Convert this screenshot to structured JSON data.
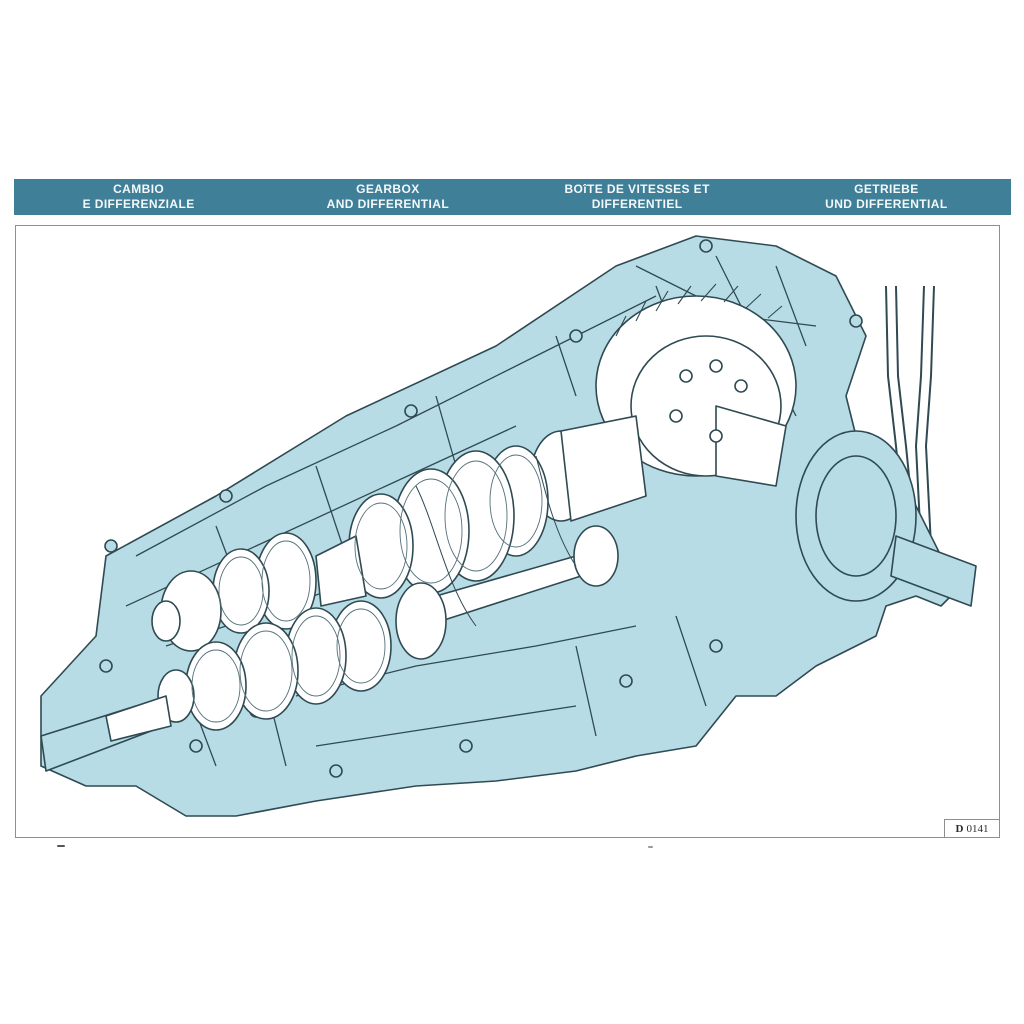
{
  "header": {
    "background_color": "#3f7f98",
    "columns": [
      {
        "line1": "CAMBIO",
        "line2": "E DIFFERENZIALE",
        "language": "Italian"
      },
      {
        "line1": "GEARBOX",
        "line2": "AND DIFFERENTIAL",
        "language": "English"
      },
      {
        "line1": "BOîTE DE VITESSES ET",
        "line2": "DIFFERENTIEL",
        "language": "French"
      },
      {
        "line1": "GETRIEBE",
        "line2": "UND DIFFERENTIAL",
        "language": "German"
      }
    ]
  },
  "figure": {
    "description": "Cutaway technical illustration of gearbox and differential",
    "casing_color": "#b8dce5",
    "outline_color": "#2f4a52",
    "code_prefix": "D",
    "code_number": "0141"
  }
}
